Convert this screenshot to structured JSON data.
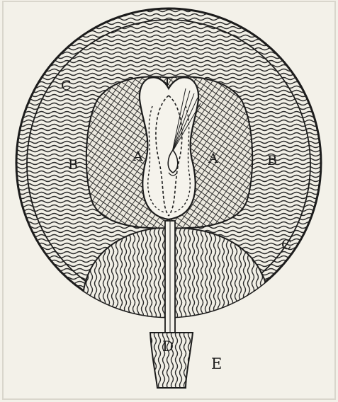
{
  "figure": {
    "labels": {
      "a_left": "A",
      "a_right": "A",
      "b_left": "B",
      "b_right": "B",
      "c_top": "C",
      "c_right": "C",
      "d": "D",
      "e": "E"
    },
    "colors": {
      "paper": "#f3f1e9",
      "ink": "#1c1c1c",
      "page_edge": "#d9d6cc"
    }
  }
}
